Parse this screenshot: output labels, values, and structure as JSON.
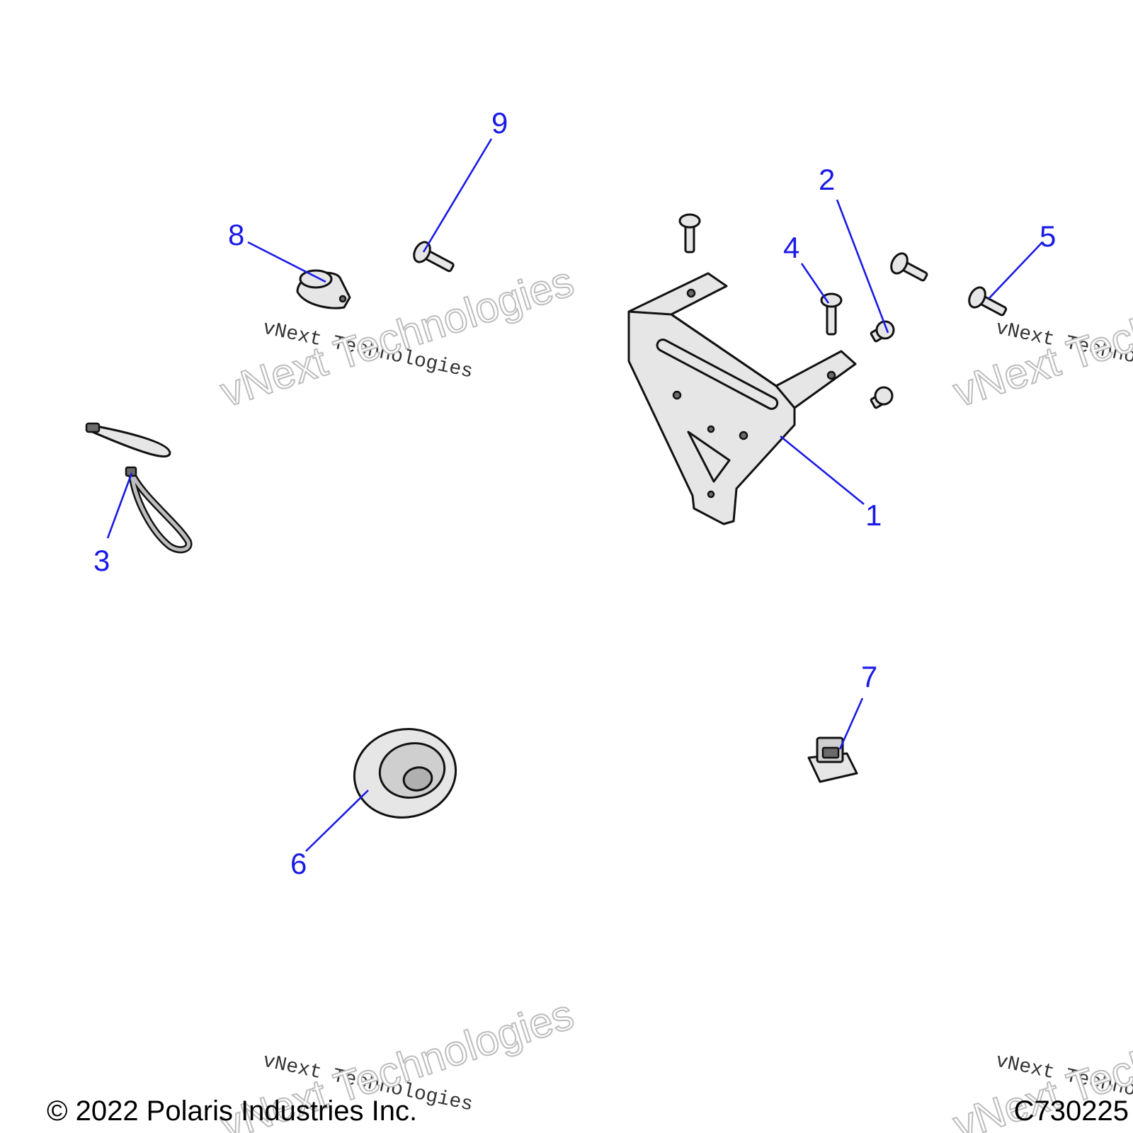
{
  "callouts": [
    {
      "id": "1",
      "label": "1"
    },
    {
      "id": "2",
      "label": "2"
    },
    {
      "id": "3",
      "label": "3"
    },
    {
      "id": "4",
      "label": "4"
    },
    {
      "id": "5",
      "label": "5"
    },
    {
      "id": "6",
      "label": "6"
    },
    {
      "id": "7",
      "label": "7"
    },
    {
      "id": "8",
      "label": "8"
    },
    {
      "id": "9",
      "label": "9"
    }
  ],
  "watermark": {
    "line1": "vNext Technologies",
    "line2": "vNext Technologies"
  },
  "footer": {
    "copyright": "© 2022 Polaris Industries Inc.",
    "figure_code": "C730225"
  },
  "colors": {
    "callout": "#1a1ae6",
    "part_fill": "#e6e6e6"
  }
}
